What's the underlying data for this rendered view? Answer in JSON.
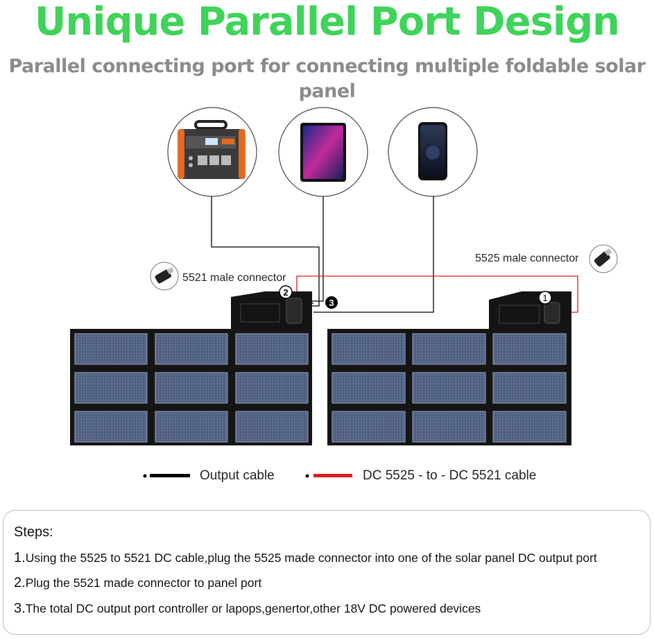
{
  "header": {
    "title": "Unique Parallel Port Design",
    "subtitle": "Parallel connecting port for connecting multiple foldable solar panel"
  },
  "devices": [
    {
      "name": "power-station",
      "icon": "power-station-icon"
    },
    {
      "name": "tablet",
      "icon": "tablet-icon"
    },
    {
      "name": "smartphone",
      "icon": "smartphone-icon"
    }
  ],
  "connectors": {
    "left_label": "5521 male connector",
    "right_label": "5525 male connector",
    "markers": [
      "1",
      "2",
      "3"
    ]
  },
  "legend": {
    "output_label": "Output cable",
    "dc_label": "DC 5525 - to - DC 5521 cable",
    "output_color": "#000000",
    "dc_color": "#e01b1b"
  },
  "steps": {
    "heading": "Steps:",
    "items": [
      {
        "num": "1.",
        "text": "Using the 5525 to 5521 DC cable,plug the 5525 made connector into one of the solar panel DC output port"
      },
      {
        "num": "2.",
        "text": "Plug the 5521 made connector to panel port"
      },
      {
        "num": "3.",
        "text": "The total DC output port controller or lapops,genertor,other 18V DC powered devices"
      }
    ]
  }
}
